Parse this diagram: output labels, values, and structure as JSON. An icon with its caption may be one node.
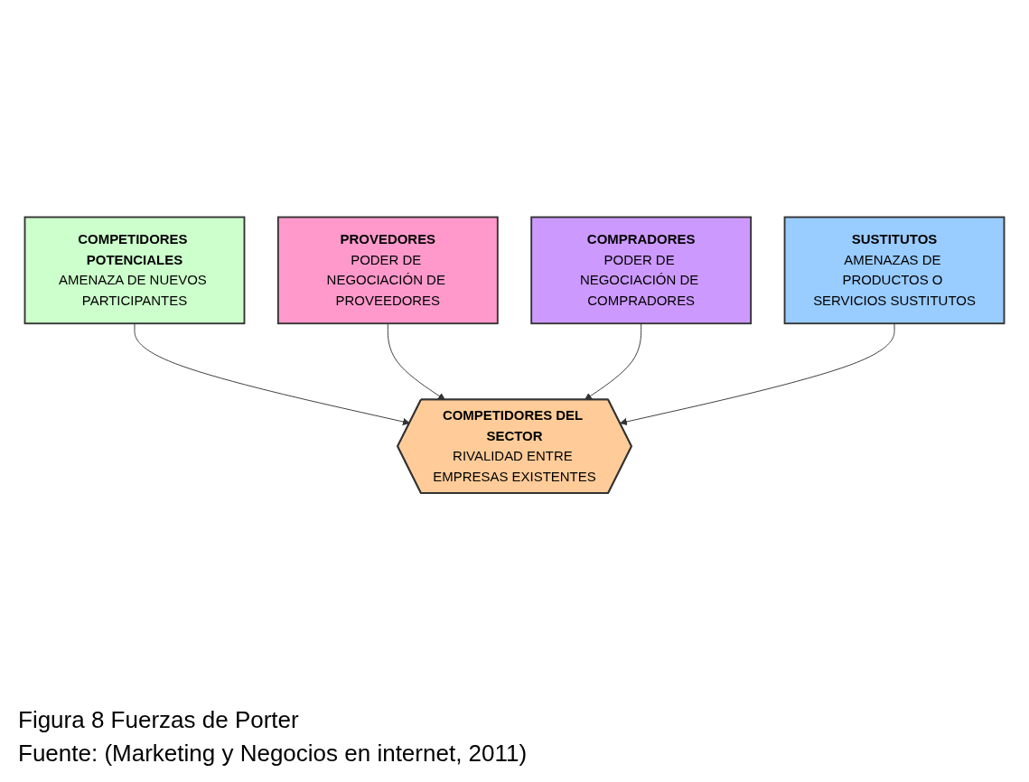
{
  "diagram": {
    "caption": "Figura 8 Fuerzas de Porter",
    "nodes": [
      {
        "text": [
          "COMPETIDORES POTENCIALES",
          "AMENAZA DE NUEVOS PARTICIPANTES"
        ]
      },
      {
        "text": [
          "PROVEDORES",
          "PODER DE NEGOCIACIÓN DE PROVEEDORES"
        ]
      },
      {
        "text": [
          "COMPETIDORES DEL SECTOR",
          "RIVALIDAD ENTRE EMPRESAS EXISTENTES"
        ]
      },
      {
        "text": [
          "COMPRADORES",
          "PODER DE NEGOCIACIÓN DE COMPRADORES"
        ]
      },
      {
        "text": [
          "SUSTITUTOS",
          "AMENAZAS DE PRODUCTOS O SERVICIOS SUSTITUTOS"
        ]
      }
    ],
    "edges": [
      {
        "from": 0,
        "to": 2,
        "arrow": "to"
      },
      {
        "from": 1,
        "to": 2,
        "arrow": "to"
      },
      {
        "from": 3,
        "to": 2,
        "arrow": "to"
      },
      {
        "from": 4,
        "to": 2,
        "arrow": "to"
      }
    ],
    "labels": [
      "Fuente: (Marketing y Negocios en internet, 2011)"
    ]
  }
}
